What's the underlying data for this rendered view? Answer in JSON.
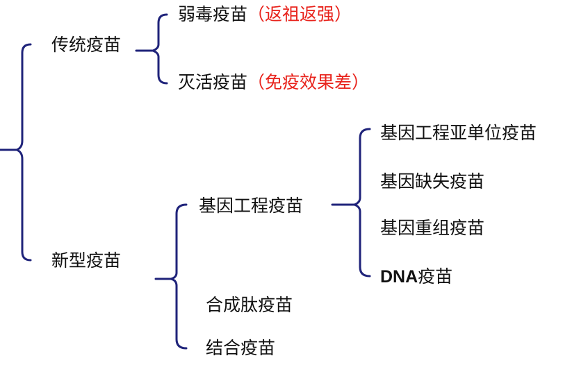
{
  "colors": {
    "bracket": "#1f237a",
    "text": "#111111",
    "note": "#e8231c"
  },
  "traditional": {
    "label": "传统疫苗",
    "attenuated": {
      "label": "弱毒疫苗",
      "note": "（返祖返强）"
    },
    "inactivated": {
      "label": "灭活疫苗",
      "note": "（免疫效果差）"
    }
  },
  "new_type": {
    "label": "新型疫苗",
    "genetic_engineering": {
      "label": "基因工程疫苗",
      "items": [
        "基因工程亚单位疫苗",
        "基因缺失疫苗",
        "基因重组疫苗"
      ],
      "dna_prefix": "DNA",
      "dna_suffix": "疫苗"
    },
    "synthetic_peptide": {
      "label": "合成肽疫苗"
    },
    "conjugate": {
      "label": "结合疫苗"
    }
  }
}
